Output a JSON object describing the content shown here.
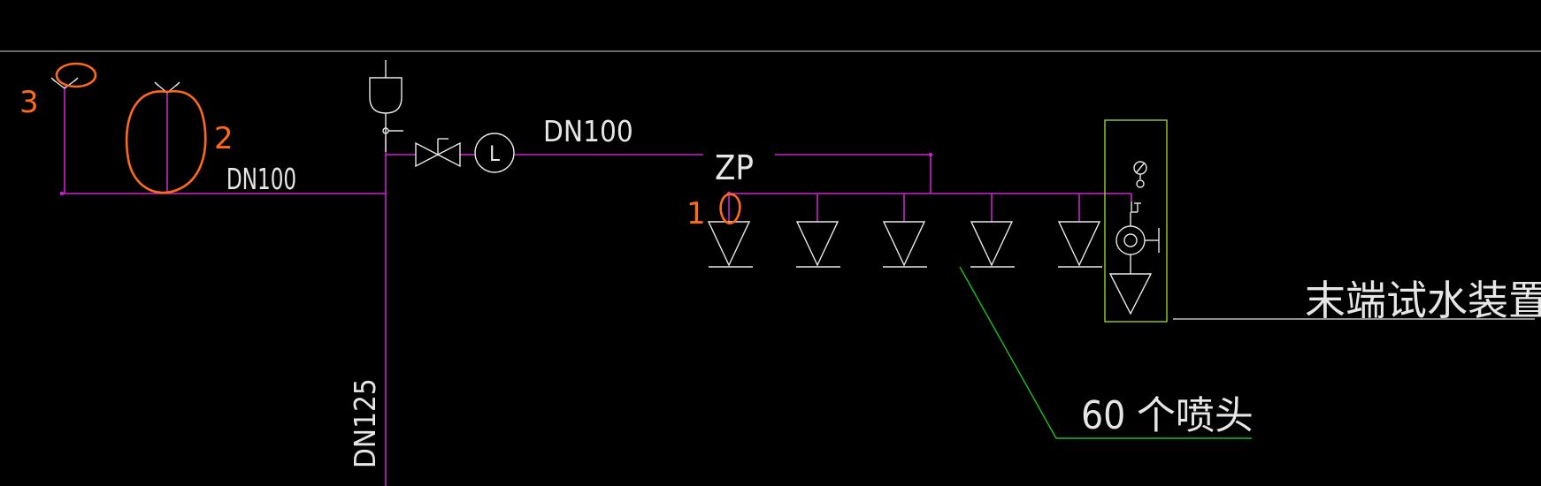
{
  "colors": {
    "background": "#000000",
    "pipe": "#cc22cc",
    "symbol": "#e8e8e8",
    "leader_green": "#1fbf1f",
    "end_box": "#9acd32",
    "markup": "#ff6a1a",
    "top_border": "#d0d0d0"
  },
  "labels": {
    "dn100_left": "DN100",
    "dn100_top": "DN100",
    "dn125_vertical": "DN125",
    "zp": "ZP",
    "end_test_device": "末端试水装置",
    "sprinkler_count": "60 个喷头"
  },
  "markup": {
    "num1": "1",
    "num2": "2",
    "num3": "3"
  },
  "symbols": {
    "valve": "gate-valve-icon",
    "flow_indicator": "flow-indicator-L-icon",
    "flow_letter": "L",
    "sprinkler": "pendant-sprinkler-icon",
    "sprinkler_count_drawn": 5,
    "pressure_gauge": "pressure-gauge-icon",
    "test_valve": "test-valve-icon"
  }
}
